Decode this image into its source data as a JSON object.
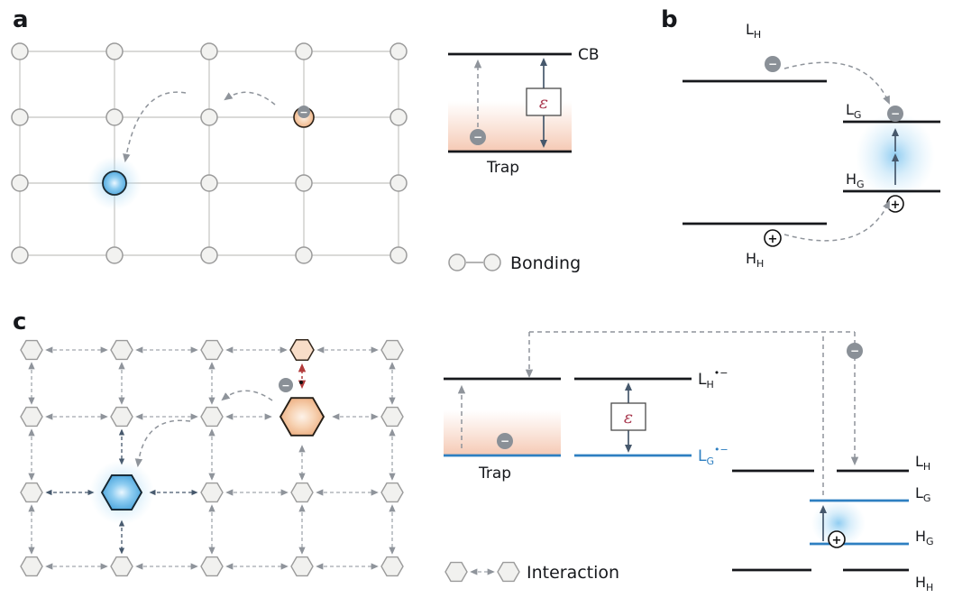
{
  "symbols": {
    "minus": "−",
    "plus": "+"
  },
  "panel_a": {
    "label": "a",
    "energy_diagram": {
      "cb_label": "CB",
      "trap_label": "Trap",
      "epsilon": "ε"
    },
    "legend": {
      "label": "Bonding"
    }
  },
  "panel_b": {
    "label": "b",
    "host_lumo": {
      "base": "L",
      "sub": "H"
    },
    "guest_lumo": {
      "base": "L",
      "sub": "G"
    },
    "guest_homo": {
      "base": "H",
      "sub": "G"
    },
    "host_homo": {
      "base": "H",
      "sub": "H"
    }
  },
  "panel_c": {
    "label": "c",
    "anion_diagram": {
      "host_level": {
        "base": "L",
        "sub": "H",
        "sup": "•−"
      },
      "guest_level": {
        "base": "L",
        "sub": "G",
        "sup": "•−"
      },
      "trap_label": "Trap",
      "epsilon": "ε"
    },
    "host_guest_diagram": {
      "host_lumo": {
        "base": "L",
        "sub": "H"
      },
      "guest_lumo": {
        "base": "L",
        "sub": "G"
      },
      "guest_homo": {
        "base": "H",
        "sub": "G"
      },
      "host_homo": {
        "base": "H",
        "sub": "H"
      }
    },
    "legend": {
      "label": "Interaction"
    }
  },
  "colors": {
    "level_line": "#1a1a1a",
    "guest_level_blue": "#2e7fc1",
    "epsilon_red": "#a8384e",
    "arrow_gray": "#8f949b",
    "arrow_dark": "#46586c",
    "interaction_red": "#b23b3b",
    "trap_glow_blue": "#7cc4ef",
    "trap_gradient_pink": "#f4c4ad",
    "electron_gray": "#8a9097"
  }
}
